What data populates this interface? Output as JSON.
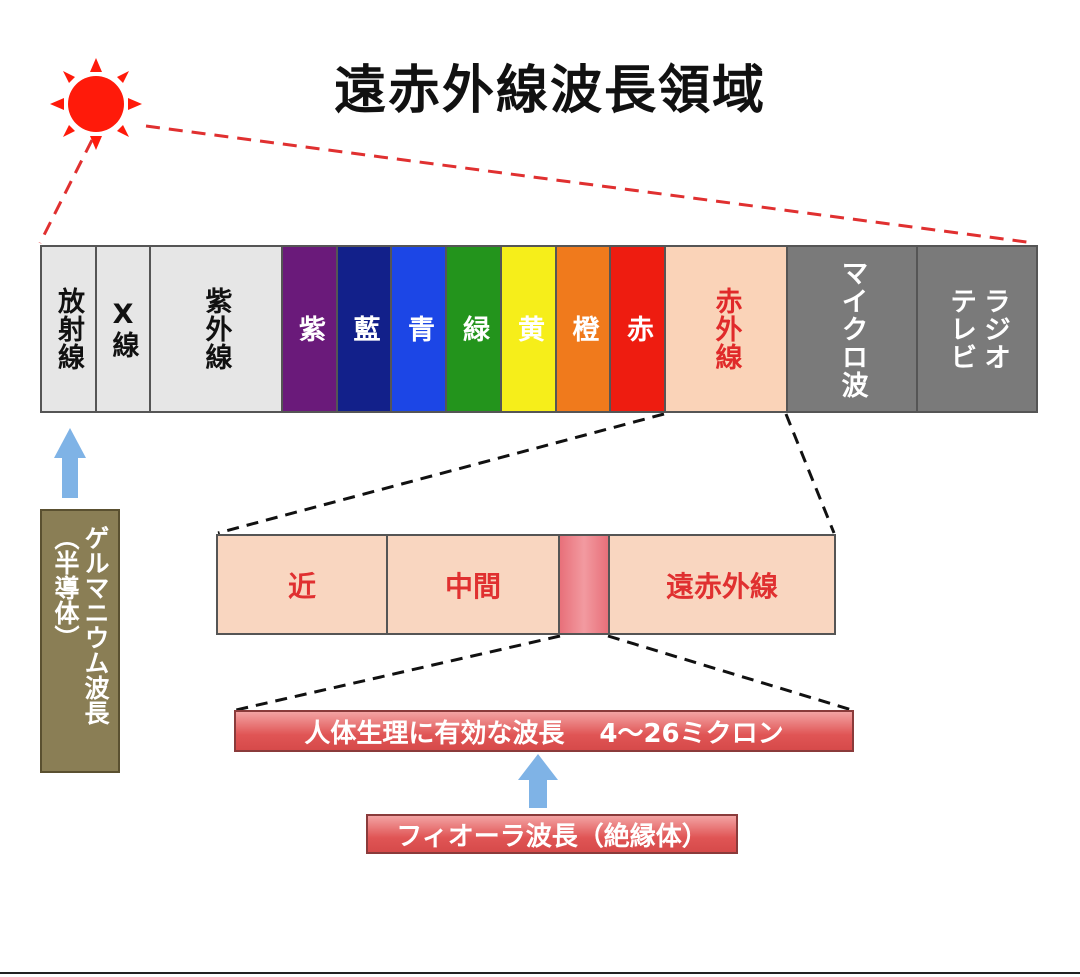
{
  "title": "遠赤外線波長領域",
  "spectrum": [
    {
      "label": "放射線",
      "bg": "#e6e6e6",
      "fg": "#111111"
    },
    {
      "label": "X線",
      "bg": "#e6e6e6",
      "fg": "#111111"
    },
    {
      "label": "紫外線",
      "bg": "#e6e6e6",
      "fg": "#111111"
    },
    {
      "label": "紫",
      "bg": "#6a1a7a",
      "fg": "#ffffff"
    },
    {
      "label": "藍",
      "bg": "#12208a",
      "fg": "#ffffff"
    },
    {
      "label": "青",
      "bg": "#1c46e6",
      "fg": "#ffffff"
    },
    {
      "label": "緑",
      "bg": "#23941c",
      "fg": "#ffffff"
    },
    {
      "label": "黄",
      "bg": "#f6ee1a",
      "fg": "#ffffff"
    },
    {
      "label": "橙",
      "bg": "#f07a1c",
      "fg": "#ffffff"
    },
    {
      "label": "赤",
      "bg": "#ee1c10",
      "fg": "#ffffff"
    },
    {
      "label": "赤外線",
      "bg": "#fad3b8",
      "fg": "#e02a2a"
    },
    {
      "label": "マイクロ波",
      "bg": "#7a7a7a",
      "fg": "#ffffff"
    },
    {
      "label": "ラジオ テレビ",
      "bg": "#7a7a7a",
      "fg": "#ffffff"
    }
  ],
  "infrared_breakdown": [
    "近",
    "中間",
    "",
    "遠赤外線"
  ],
  "effective_wavelength": "人体生理に有効な波長　 4～26ミクロン",
  "fiora_wavelength": "フィオーラ波長（絶縁体）",
  "germanium": "ゲルマニウム波長\n（半導体）",
  "colors": {
    "sun": "#ff1a0a",
    "dash_red": "#e03030",
    "arrow_blue": "#7fb3e6",
    "highlight_pink": "#e8707a"
  }
}
